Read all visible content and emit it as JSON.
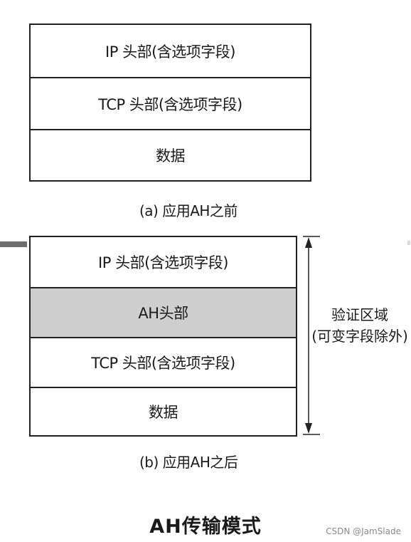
{
  "diagram_a": {
    "rows": [
      "IP 头部(含选项字段)",
      "TCP 头部(含选项字段)",
      "数据"
    ],
    "caption": "(a) 应用AH之前"
  },
  "diagram_b": {
    "rows": [
      "IP 头部(含选项字段)",
      "AH头部",
      "TCP 头部(含选项字段)",
      "数据"
    ],
    "caption": "(b) 应用AH之后",
    "auth_label_line1": "验证区域",
    "auth_label_line2": "(可变字段除外)"
  },
  "title": "AH传输模式",
  "watermark": "CSDN @JamSlade"
}
